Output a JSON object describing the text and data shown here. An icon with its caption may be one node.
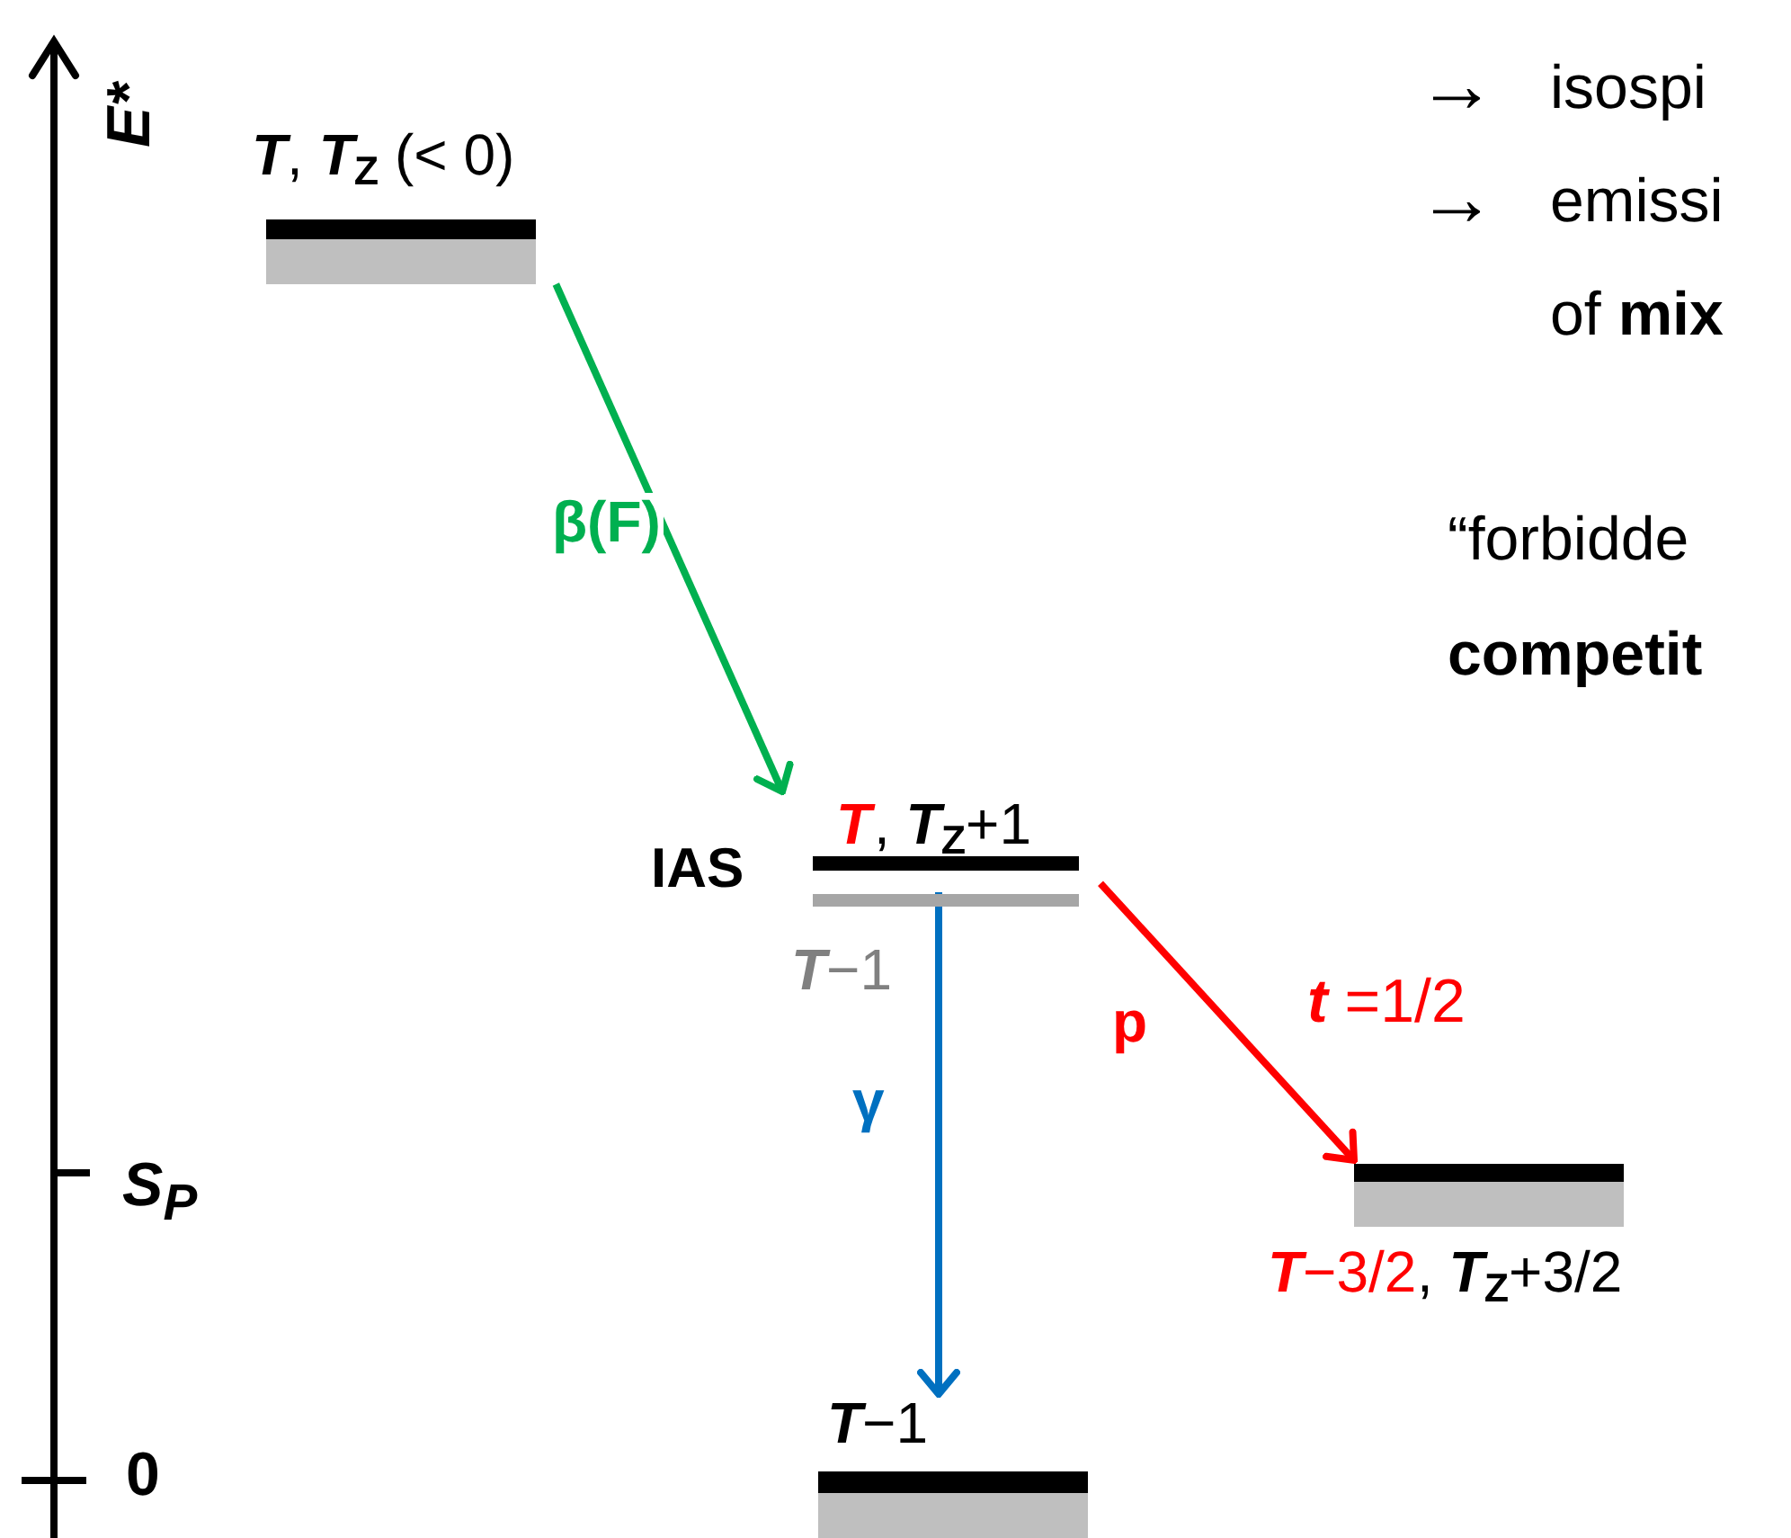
{
  "diagram": {
    "nodes": [
      {
        "text": [
          "*T*, *T*$_{Z}$ (< 0)"
        ]
      },
      {
        "text": [
          "IAS",
          "*T*",
          ", *T*$_{Z}$+1"
        ]
      },
      {
        "text": [
          "*T*−1"
        ]
      },
      {
        "text": [
          "*T*−3/2",
          ", *T*$_{Z}$+3/2"
        ]
      },
      {
        "text": [
          "*T*−1"
        ]
      }
    ],
    "edges": [
      {
        "from": 0,
        "to": 1,
        "arrow": "to",
        "label": "β(F)",
        "color": "#00b050"
      },
      {
        "from": 1,
        "to": 4,
        "arrow": "to",
        "label": "γ",
        "color": "#0070c0"
      },
      {
        "from": 1,
        "to": 3,
        "arrow": "to",
        "label": "p",
        "color": "#ff0000"
      }
    ],
    "labels": [
      "E*",
      "S$_{P}$",
      "0",
      "*t* =1/2",
      "→",
      "isospi",
      "→",
      "emissi",
      "of **mix**",
      "“forbidde",
      "competit"
    ]
  }
}
